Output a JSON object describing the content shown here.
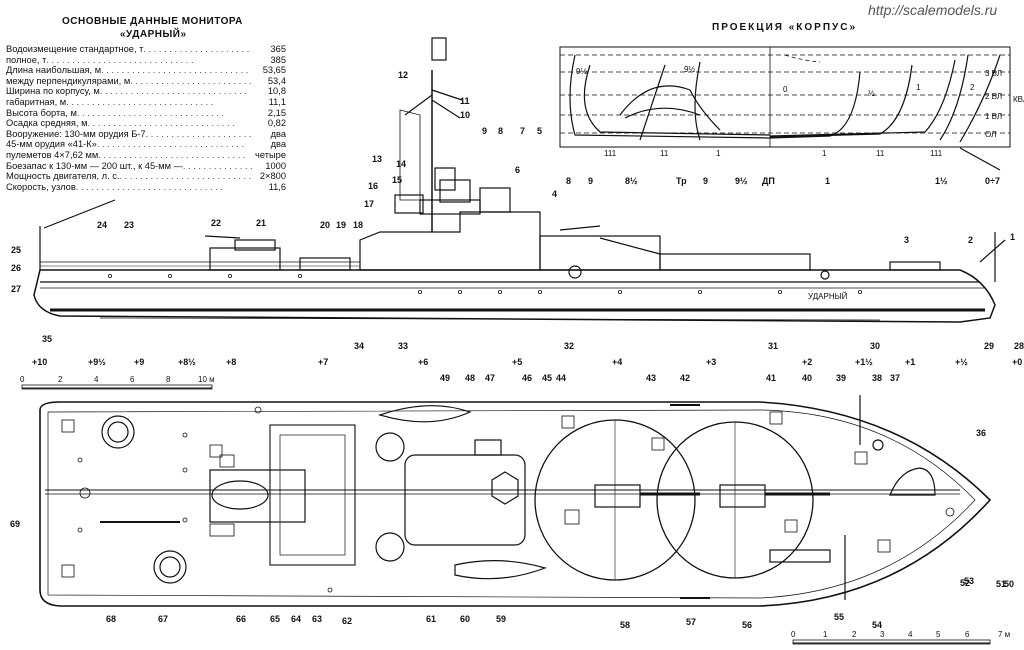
{
  "watermark": "http://scalemodels.ru",
  "specs": {
    "title": "ОСНОВНЫЕ ДАННЫЕ МОНИТОРА",
    "subtitle": "«УДАРНЫЙ»",
    "rows": [
      {
        "label": "Водоизмещение стандартное, т",
        "value": "365"
      },
      {
        "label": "        полное, т",
        "value": "385"
      },
      {
        "label": "Длина наибольшая, м",
        "value": "53,65"
      },
      {
        "label": "      между перпендикулярами, м",
        "value": "53,4"
      },
      {
        "label": "Ширина по корпусу, м",
        "value": "10,8"
      },
      {
        "label": "      габаритная, м",
        "value": "11,1"
      },
      {
        "label": "Высота борта, м",
        "value": "2,15"
      },
      {
        "label": "Осадка средняя, м",
        "value": "0,82"
      },
      {
        "label": "Вооружение: 130-мм орудия Б-7",
        "value": "два"
      },
      {
        "label": "   45-мм орудия «41-К»",
        "value": "два"
      },
      {
        "label": "   пулеметов 4×7,62 мм",
        "value": "четыре"
      },
      {
        "label": "Боезапас к 130-мм — 200 шт., к 45-мм —",
        "value": "1000"
      },
      {
        "label": "Мощность двигателя, л. с.",
        "value": "2×800"
      },
      {
        "label": "Скорость, узлов",
        "value": "11,6"
      }
    ]
  },
  "projection": {
    "title": "ПРОЕКЦИЯ «КОРПУС»",
    "waterlines": [
      "3 ВЛ",
      "2 ВЛ",
      "1 ВЛ",
      "ОЛ"
    ],
    "wl_side": "КВЛ",
    "stations_bottom": [
      "8",
      "9",
      "8½",
      "Тр",
      "9",
      "9½",
      "ДП",
      "1",
      "1½",
      "0÷7"
    ],
    "stations_inner": [
      "9½",
      "9½",
      "0",
      "½",
      "1",
      "2",
      "111",
      "11",
      "1",
      "1",
      "11",
      "111"
    ]
  },
  "side_view": {
    "hull_name": "УДАРНЫЙ",
    "callouts": [
      "1",
      "2",
      "3",
      "4",
      "5",
      "6",
      "7",
      "8",
      "9",
      "10",
      "11",
      "12",
      "13",
      "14",
      "15",
      "16",
      "17",
      "18",
      "19",
      "20",
      "21",
      "22",
      "23",
      "24",
      "25",
      "26",
      "27",
      "28",
      "29",
      "30",
      "31",
      "32",
      "33",
      "34",
      "35"
    ]
  },
  "stations_row": [
    "10",
    "9½",
    "9",
    "8½",
    "8",
    "7",
    "6",
    "5",
    "4",
    "3",
    "2",
    "1½",
    "1",
    "½",
    "0"
  ],
  "scale_top": {
    "labels": [
      "0",
      "2",
      "4",
      "6",
      "8",
      "10 м"
    ]
  },
  "scale_bottom": {
    "labels": [
      "0",
      "1",
      "2",
      "3",
      "4",
      "5",
      "6",
      "7 м"
    ]
  },
  "plan_view": {
    "callouts": [
      "36",
      "37",
      "38",
      "39",
      "40",
      "41",
      "42",
      "43",
      "44",
      "45",
      "46",
      "47",
      "48",
      "49",
      "50",
      "51",
      "52",
      "53",
      "54",
      "55",
      "56",
      "57",
      "58",
      "59",
      "60",
      "61",
      "62",
      "63",
      "64",
      "65",
      "66",
      "67",
      "68",
      "69"
    ]
  }
}
